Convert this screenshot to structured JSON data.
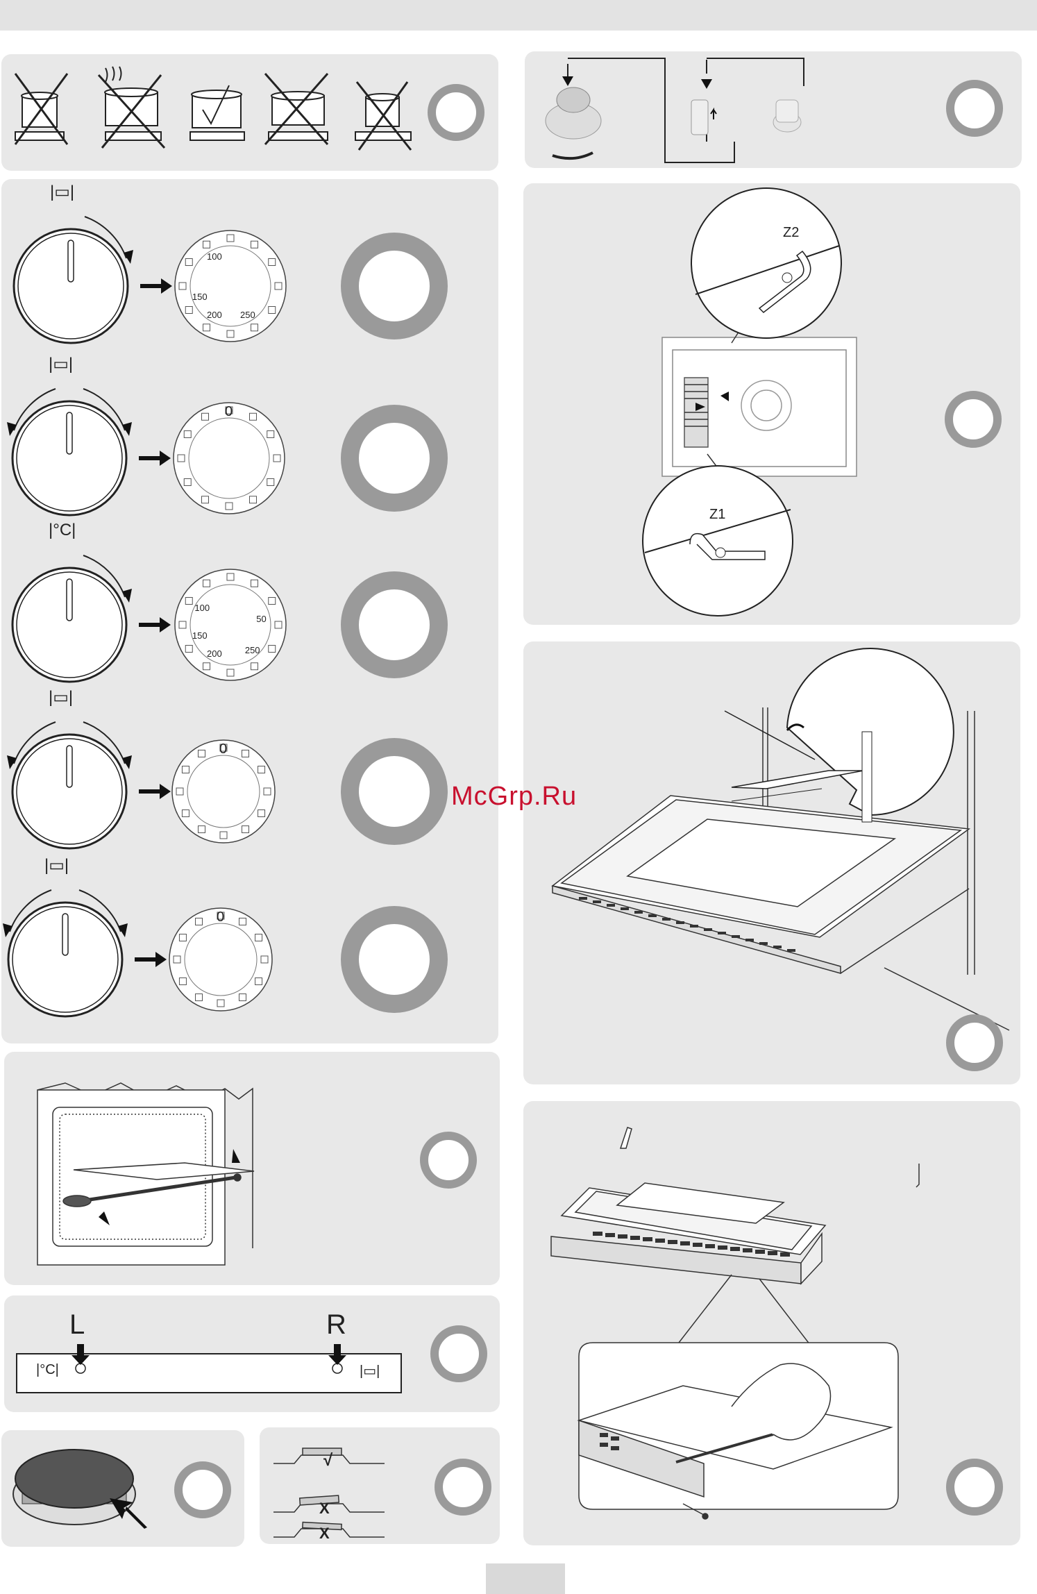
{
  "watermark": "McGrp.Ru",
  "knob_symbols": {
    "top_heat": "|▭|",
    "celsius": "|°C|"
  },
  "dial_scales": {
    "dial1": [
      "100",
      "150",
      "200",
      "250"
    ],
    "dial2": [
      "0"
    ],
    "dial3": [
      "50",
      "100",
      "150",
      "200",
      "250"
    ],
    "dial4": [
      "0"
    ],
    "dial5": [
      "0"
    ]
  },
  "lamp_figure": {},
  "rail_labels": {
    "zoom_upper": "Z2",
    "zoom_lower": "Z1"
  },
  "control_panel": {
    "left_label": "L",
    "right_label": "R",
    "left_symbol": "|°C|",
    "right_symbol": "|▭|"
  },
  "burner_marks": {
    "correct": "√",
    "wrong1": "X",
    "wrong2": "X"
  },
  "colors": {
    "panel_bg": "#e8e8e8",
    "ring": "#9a9a9a",
    "watermark": "#c8102e"
  }
}
